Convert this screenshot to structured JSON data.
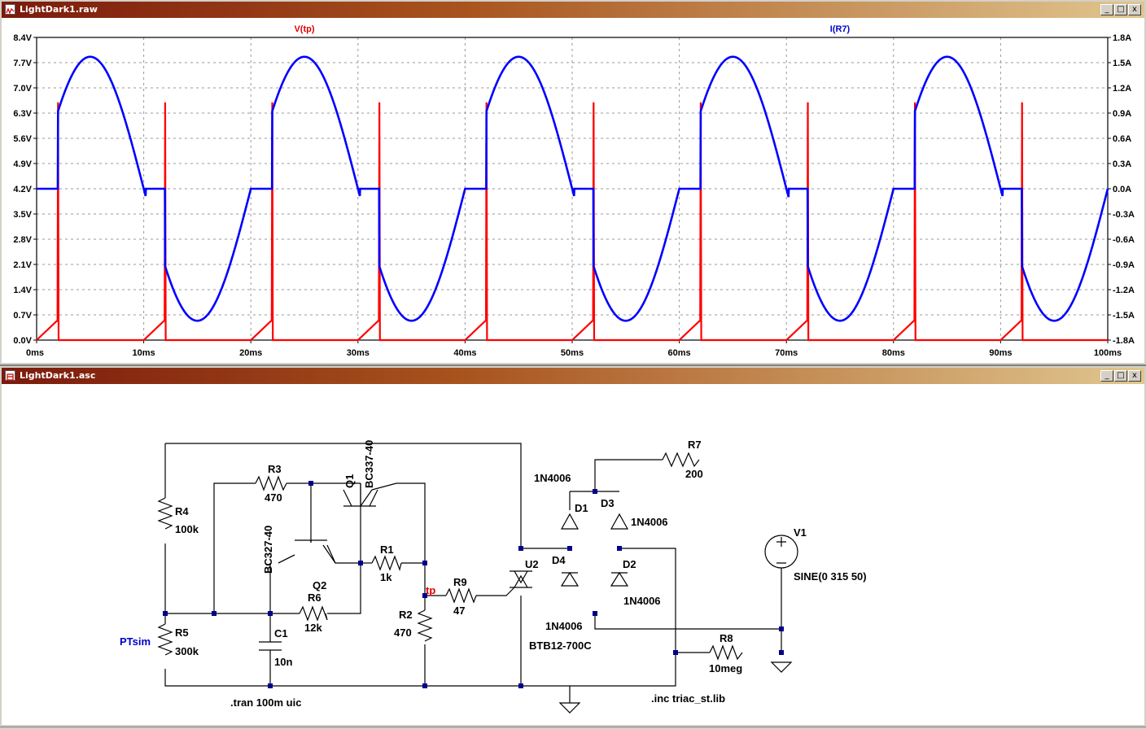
{
  "waveform_window": {
    "title": "LightDark1.raw",
    "buttons": {
      "minimize": "_",
      "maximize": "□",
      "close": "x"
    }
  },
  "schematic_window": {
    "title": "LightDark1.asc",
    "buttons": {
      "minimize": "_",
      "maximize": "□",
      "close": "x"
    }
  },
  "chart_data": {
    "type": "line",
    "series": [
      {
        "name": "V(tp)",
        "color": "#ff0000",
        "axis": "left",
        "unit": "V"
      },
      {
        "name": "I(R7)",
        "color": "#0000ff",
        "axis": "right",
        "unit": "A"
      }
    ],
    "x_ticks": [
      "0ms",
      "10ms",
      "20ms",
      "30ms",
      "40ms",
      "50ms",
      "60ms",
      "70ms",
      "80ms",
      "90ms",
      "100ms"
    ],
    "x_range_ms": [
      0,
      100
    ],
    "left_ticks": [
      "8.4V",
      "7.7V",
      "7.0V",
      "6.3V",
      "5.6V",
      "4.9V",
      "4.2V",
      "3.5V",
      "2.8V",
      "2.1V",
      "1.4V",
      "0.7V",
      "0.0V"
    ],
    "left_range_V": [
      0.0,
      8.4
    ],
    "right_ticks": [
      "1.8A",
      "1.5A",
      "1.2A",
      "0.9A",
      "0.6A",
      "0.3A",
      "0.0A",
      "-0.3A",
      "-0.6A",
      "-0.9A",
      "-1.2A",
      "-1.5A",
      "-1.8A"
    ],
    "right_range_A": [
      -1.8,
      1.8
    ],
    "i_r7": {
      "amplitude_A": 1.57,
      "period_ms": 20,
      "triggers_ms": [
        2.0,
        12.0
      ],
      "cutoff_ms": [
        10.2,
        20.0
      ]
    },
    "v_tp": {
      "baseline_V": 0.0,
      "ramp_peak_V": 0.55,
      "spike_peak_V": 6.6,
      "spike_ms": [
        2.0,
        12.0
      ]
    },
    "grid": true
  },
  "schematic": {
    "components": {
      "R3": {
        "name": "R3",
        "value": "470"
      },
      "R4": {
        "name": "R4",
        "value": "100k"
      },
      "R5": {
        "name": "R5",
        "value": "300k"
      },
      "R6": {
        "name": "R6",
        "value": "12k"
      },
      "R1": {
        "name": "R1",
        "value": "1k"
      },
      "R2": {
        "name": "R2",
        "value": "470"
      },
      "R9": {
        "name": "R9",
        "value": "47"
      },
      "R7": {
        "name": "R7",
        "value": "200"
      },
      "R8": {
        "name": "R8",
        "value": "10meg"
      },
      "C1": {
        "name": "C1",
        "value": "10n"
      },
      "Q1": {
        "name": "Q1",
        "value": "BC337-40"
      },
      "Q2": {
        "name": "Q2",
        "value": "BC327-40"
      },
      "U2": {
        "name": "U2",
        "value": "BTB12-700C"
      },
      "D1": {
        "name": "D1",
        "value": "1N4006"
      },
      "D2": {
        "name": "D2",
        "value": "1N4006"
      },
      "D3": {
        "name": "D3",
        "value": "1N4006"
      },
      "D4": {
        "name": "D4",
        "value": "1N4006"
      },
      "V1": {
        "name": "V1",
        "value": "SINE(0 315 50)"
      }
    },
    "net_labels": {
      "ptsim": "PTsim",
      "tp": "tp"
    },
    "directives": {
      "tran": ".tran 100m uic",
      "inc": ".inc triac_st.lib"
    }
  }
}
